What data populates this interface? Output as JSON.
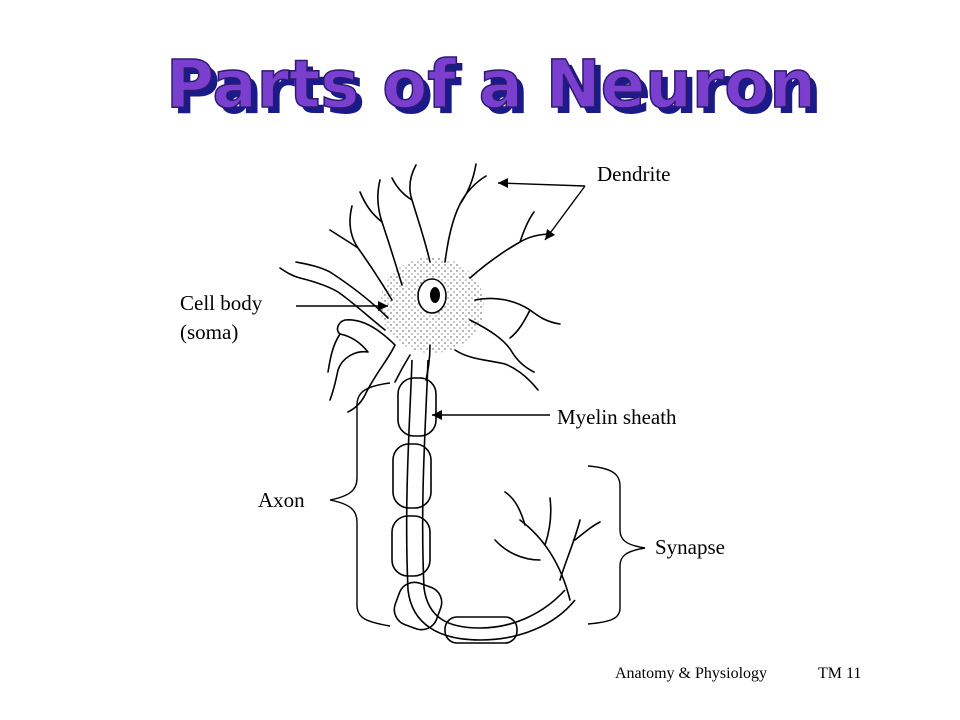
{
  "title": "Parts of a Neuron",
  "colors": {
    "title_fill": "#7b3fd0",
    "title_shadow": "#1a1a8a",
    "title_outline": "#2b1a6e",
    "line": "#000000",
    "background": "#ffffff"
  },
  "labels": {
    "dendrite": "Dendrite",
    "cell_body": "Cell body",
    "soma": "(soma)",
    "myelin_sheath": "Myelin sheath",
    "axon": "Axon",
    "synapse": "Synapse"
  },
  "footer": {
    "course": "Anatomy & Physiology",
    "code": "TM  11"
  }
}
